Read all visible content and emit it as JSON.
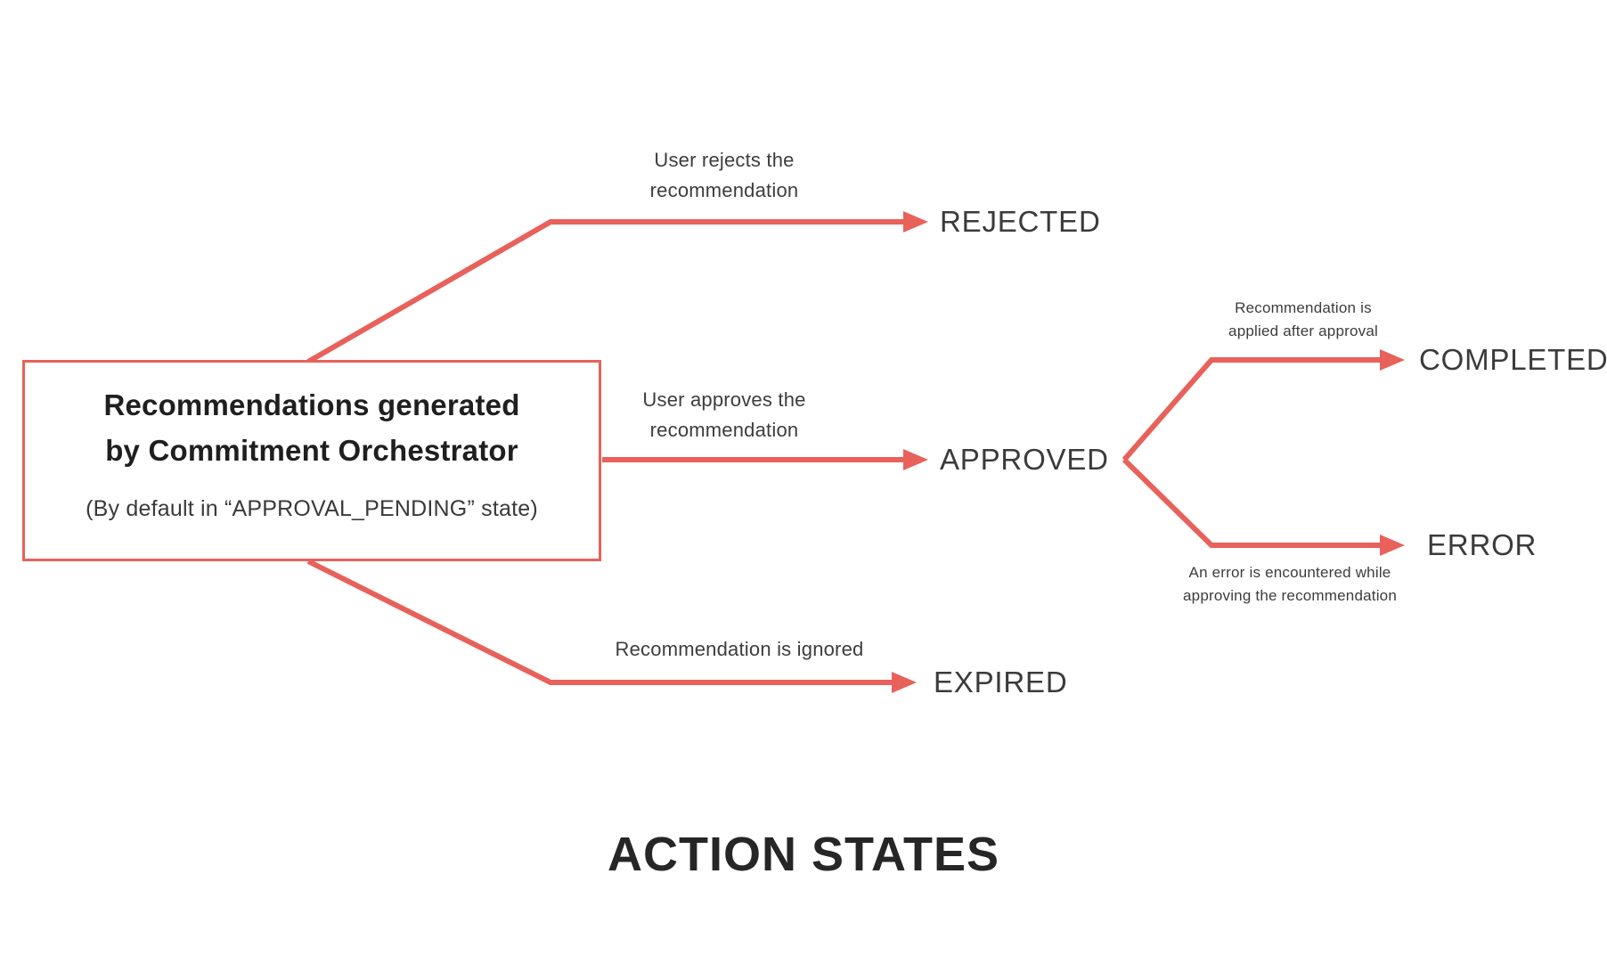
{
  "title": "ACTION STATES",
  "colors": {
    "accent": "#e8615b",
    "text": "#3d3d3d",
    "title": "#262626"
  },
  "source_box": {
    "title_line1": "Recommendations generated",
    "title_line2": "by Commitment Orchestrator",
    "subtitle": "(By default in “APPROVAL_PENDING” state)"
  },
  "transitions": [
    {
      "label": "User rejects the recommendation",
      "target": "REJECTED"
    },
    {
      "label": "User approves the recommendation",
      "target": "APPROVED"
    },
    {
      "label": "Recommendation is applied after approval",
      "target": "COMPLETED"
    },
    {
      "label": "An error is encountered while approving the recommendation",
      "target": "ERROR"
    },
    {
      "label": "Recommendation is ignored",
      "target": "EXPIRED"
    }
  ]
}
